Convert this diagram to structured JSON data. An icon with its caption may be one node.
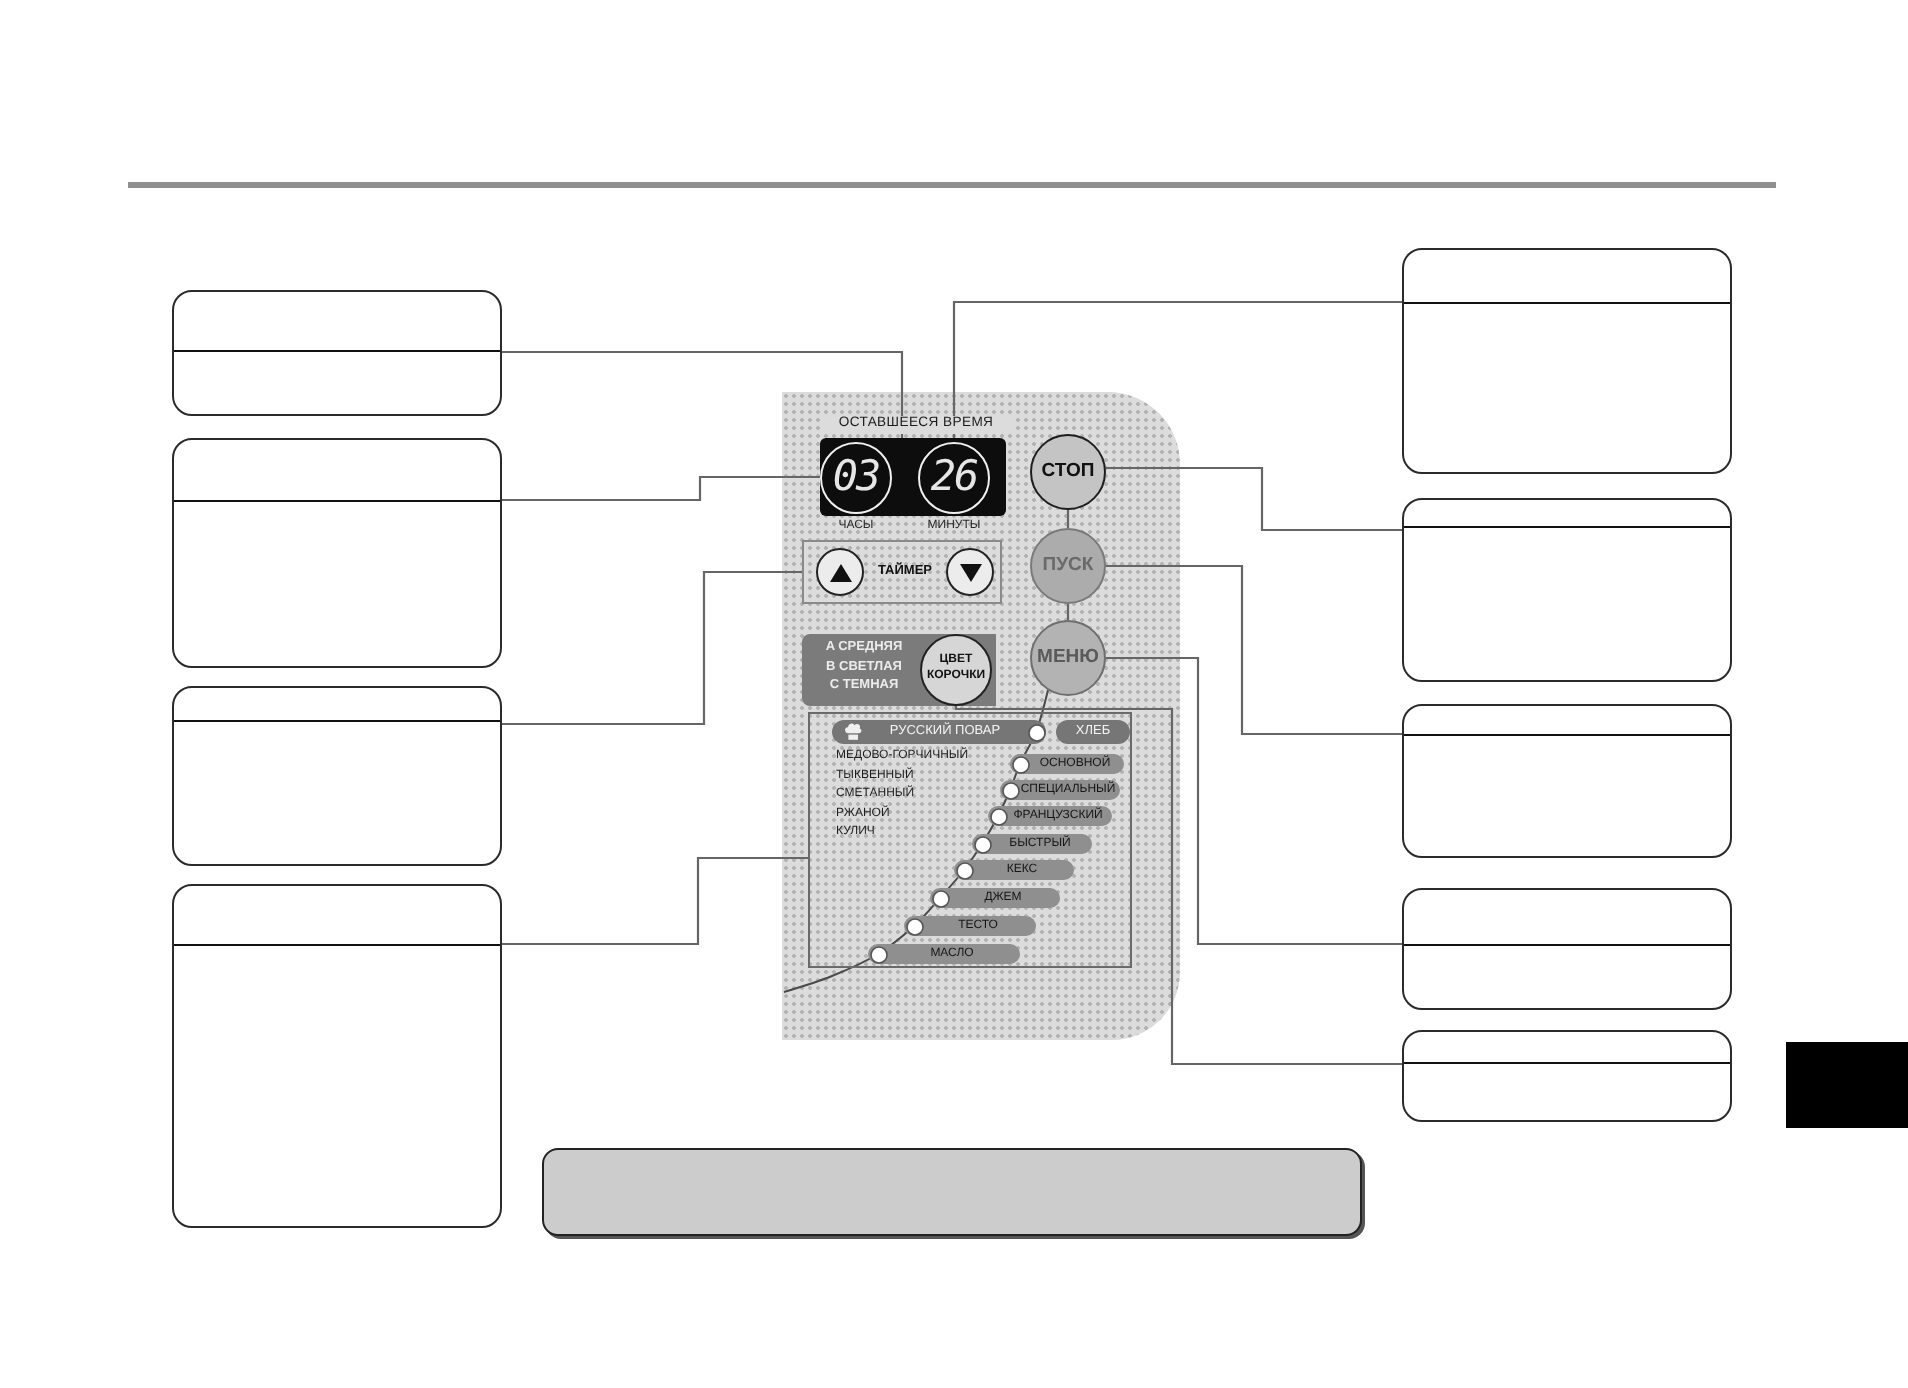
{
  "diagram": {
    "nodes": [
      {
        "text": [],
        "shape": "box"
      },
      {
        "text": [],
        "shape": "box"
      },
      {
        "text": [],
        "shape": "box"
      },
      {
        "text": [],
        "shape": "box"
      },
      {
        "text": [],
        "shape": "box"
      },
      {
        "text": [],
        "shape": "box"
      },
      {
        "text": [],
        "shape": "box"
      },
      {
        "text": [],
        "shape": "box"
      },
      {
        "text": [],
        "shape": "box"
      },
      {
        "text": [],
        "shape": "box"
      },
      {
        "text": [],
        "shape": "box"
      },
      {
        "text": [],
        "shape": "box",
        "in": 10
      },
      {
        "text": [
          "03"
        ],
        "beside": [
          "ЧАСЫ"
        ],
        "in": 11
      },
      {
        "text": [
          "26"
        ],
        "beside": [
          "МИНУТЫ"
        ],
        "in": 11
      },
      {
        "text": [
          "ТАЙМЕР"
        ],
        "in": 10
      },
      {
        "text": [],
        "shape": "circle",
        "in": 14
      },
      {
        "text": [],
        "shape": "circle",
        "in": 14
      },
      {
        "text": [
          "A СРЕДНЯЯ",
          "B СВЕТЛАЯ",
          "C ТЕМНАЯ"
        ],
        "in": 10
      },
      {
        "text": [
          "ЦВЕТ КОРОЧКИ"
        ],
        "in": 17
      },
      {
        "text": [
          "СТОП"
        ],
        "in": 10
      },
      {
        "text": [
          "ПУСК"
        ],
        "in": 10
      },
      {
        "text": [
          "МЕНЮ"
        ],
        "in": 10
      },
      {
        "text": [
          "МЕДОВО-ГОРЧИЧНЫЙ",
          "ТЫКВЕННЫЙ",
          "СМЕТАННЫЙ",
          "РЖАНОЙ",
          "КУЛИЧ"
        ],
        "in": 10
      },
      {
        "text": [
          "РУССКИЙ ПОВАР"
        ],
        "in": 22
      },
      {
        "text": [
          "ХЛЕБ"
        ],
        "in": 22
      },
      {
        "text": [
          "ОСНОВНОЙ"
        ],
        "in": 22
      },
      {
        "text": [
          "СПЕЦИАЛЬНЫЙ"
        ],
        "in": 22
      },
      {
        "text": [
          "ФРАНЦУЗСКИЙ"
        ],
        "in": 22
      },
      {
        "text": [
          "БЫСТРЫЙ"
        ],
        "in": 22
      },
      {
        "text": [
          "КЕКС"
        ],
        "in": 22
      },
      {
        "text": [
          "ДЖЕМ"
        ],
        "in": 22
      },
      {
        "text": [
          "ТЕСТО"
        ],
        "in": 22
      },
      {
        "text": [
          "МАСЛО"
        ],
        "in": 22
      }
    ],
    "edges": [
      {
        "from": 0,
        "to": 11,
        "arrow": "none"
      },
      {
        "from": 1,
        "to": 12,
        "arrow": "none"
      },
      {
        "from": 2,
        "to": 14,
        "arrow": "none"
      },
      {
        "from": 3,
        "to": 22,
        "arrow": "none"
      },
      {
        "from": 4,
        "to": 13,
        "arrow": "none"
      },
      {
        "from": 5,
        "to": 19,
        "arrow": "none"
      },
      {
        "from": 6,
        "to": 20,
        "arrow": "none"
      },
      {
        "from": 7,
        "to": 21,
        "arrow": "none"
      },
      {
        "from": 8,
        "to": 18,
        "arrow": "none"
      },
      {
        "from": 19,
        "to": 20,
        "arrow": "none"
      },
      {
        "from": 20,
        "to": 21,
        "arrow": "none"
      }
    ],
    "labels": [
      "ОСТАВШЕЕСЯ ВРЕМЯ"
    ]
  }
}
